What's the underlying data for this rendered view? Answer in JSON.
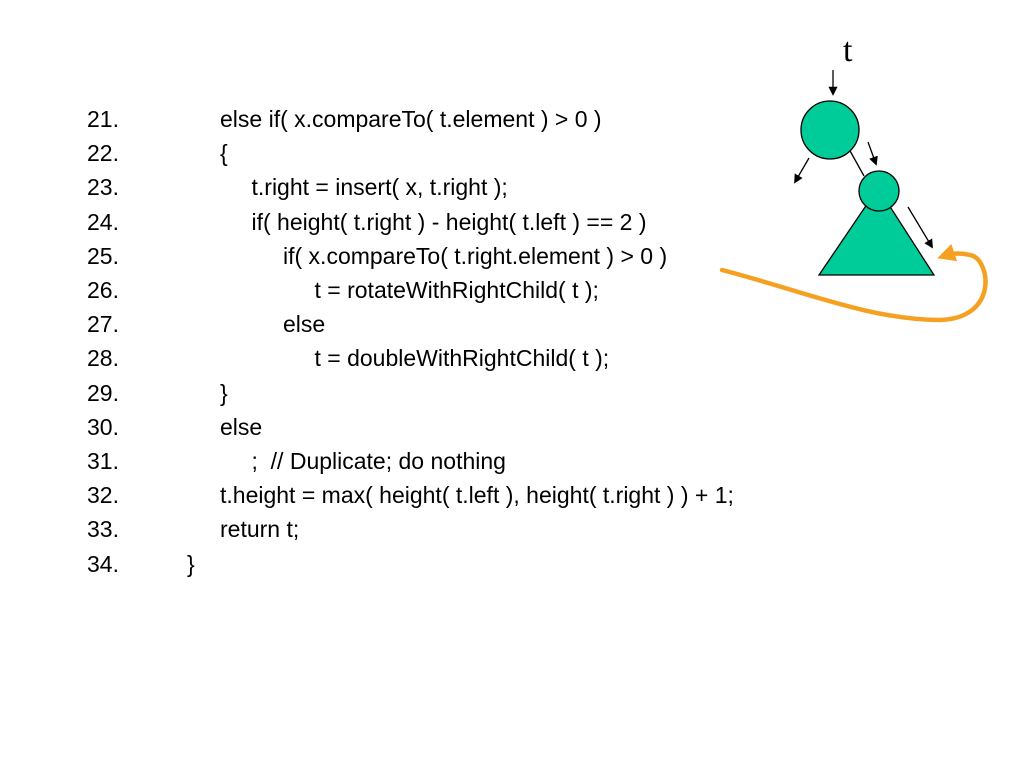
{
  "code_lines": [
    {
      "number": "21.",
      "indent": 1,
      "code": "else if( x.compareTo( t.element ) > 0 )"
    },
    {
      "number": "22.",
      "indent": 1,
      "code": "{"
    },
    {
      "number": "23.",
      "indent": 2,
      "code": "t.right = insert( x, t.right );"
    },
    {
      "number": "24.",
      "indent": 2,
      "code": "if( height( t.right ) - height( t.left ) == 2 )"
    },
    {
      "number": "25.",
      "indent": 3,
      "code": "if( x.compareTo( t.right.element ) > 0 )"
    },
    {
      "number": "26.",
      "indent": 4,
      "code": "t = rotateWithRightChild( t );"
    },
    {
      "number": "27.",
      "indent": 3,
      "code": "else"
    },
    {
      "number": "28.",
      "indent": 4,
      "code": "t = doubleWithRightChild( t );"
    },
    {
      "number": "29.",
      "indent": 1,
      "code": "}"
    },
    {
      "number": "30.",
      "indent": 1,
      "code": "else"
    },
    {
      "number": "31.",
      "indent": 2,
      "code": ";  // Duplicate; do nothing"
    },
    {
      "number": "32.",
      "indent": 1,
      "code": "t.height = max( height( t.left ), height( t.right ) ) + 1;"
    },
    {
      "number": "33.",
      "indent": 1,
      "code": "return t;"
    },
    {
      "number": "34.",
      "indent": 0,
      "code": "}"
    }
  ],
  "diagram": {
    "node_label": "t",
    "node_color": "#00cc99",
    "highlight_arrow_color": "#f5a020",
    "line_color": "#000000"
  }
}
